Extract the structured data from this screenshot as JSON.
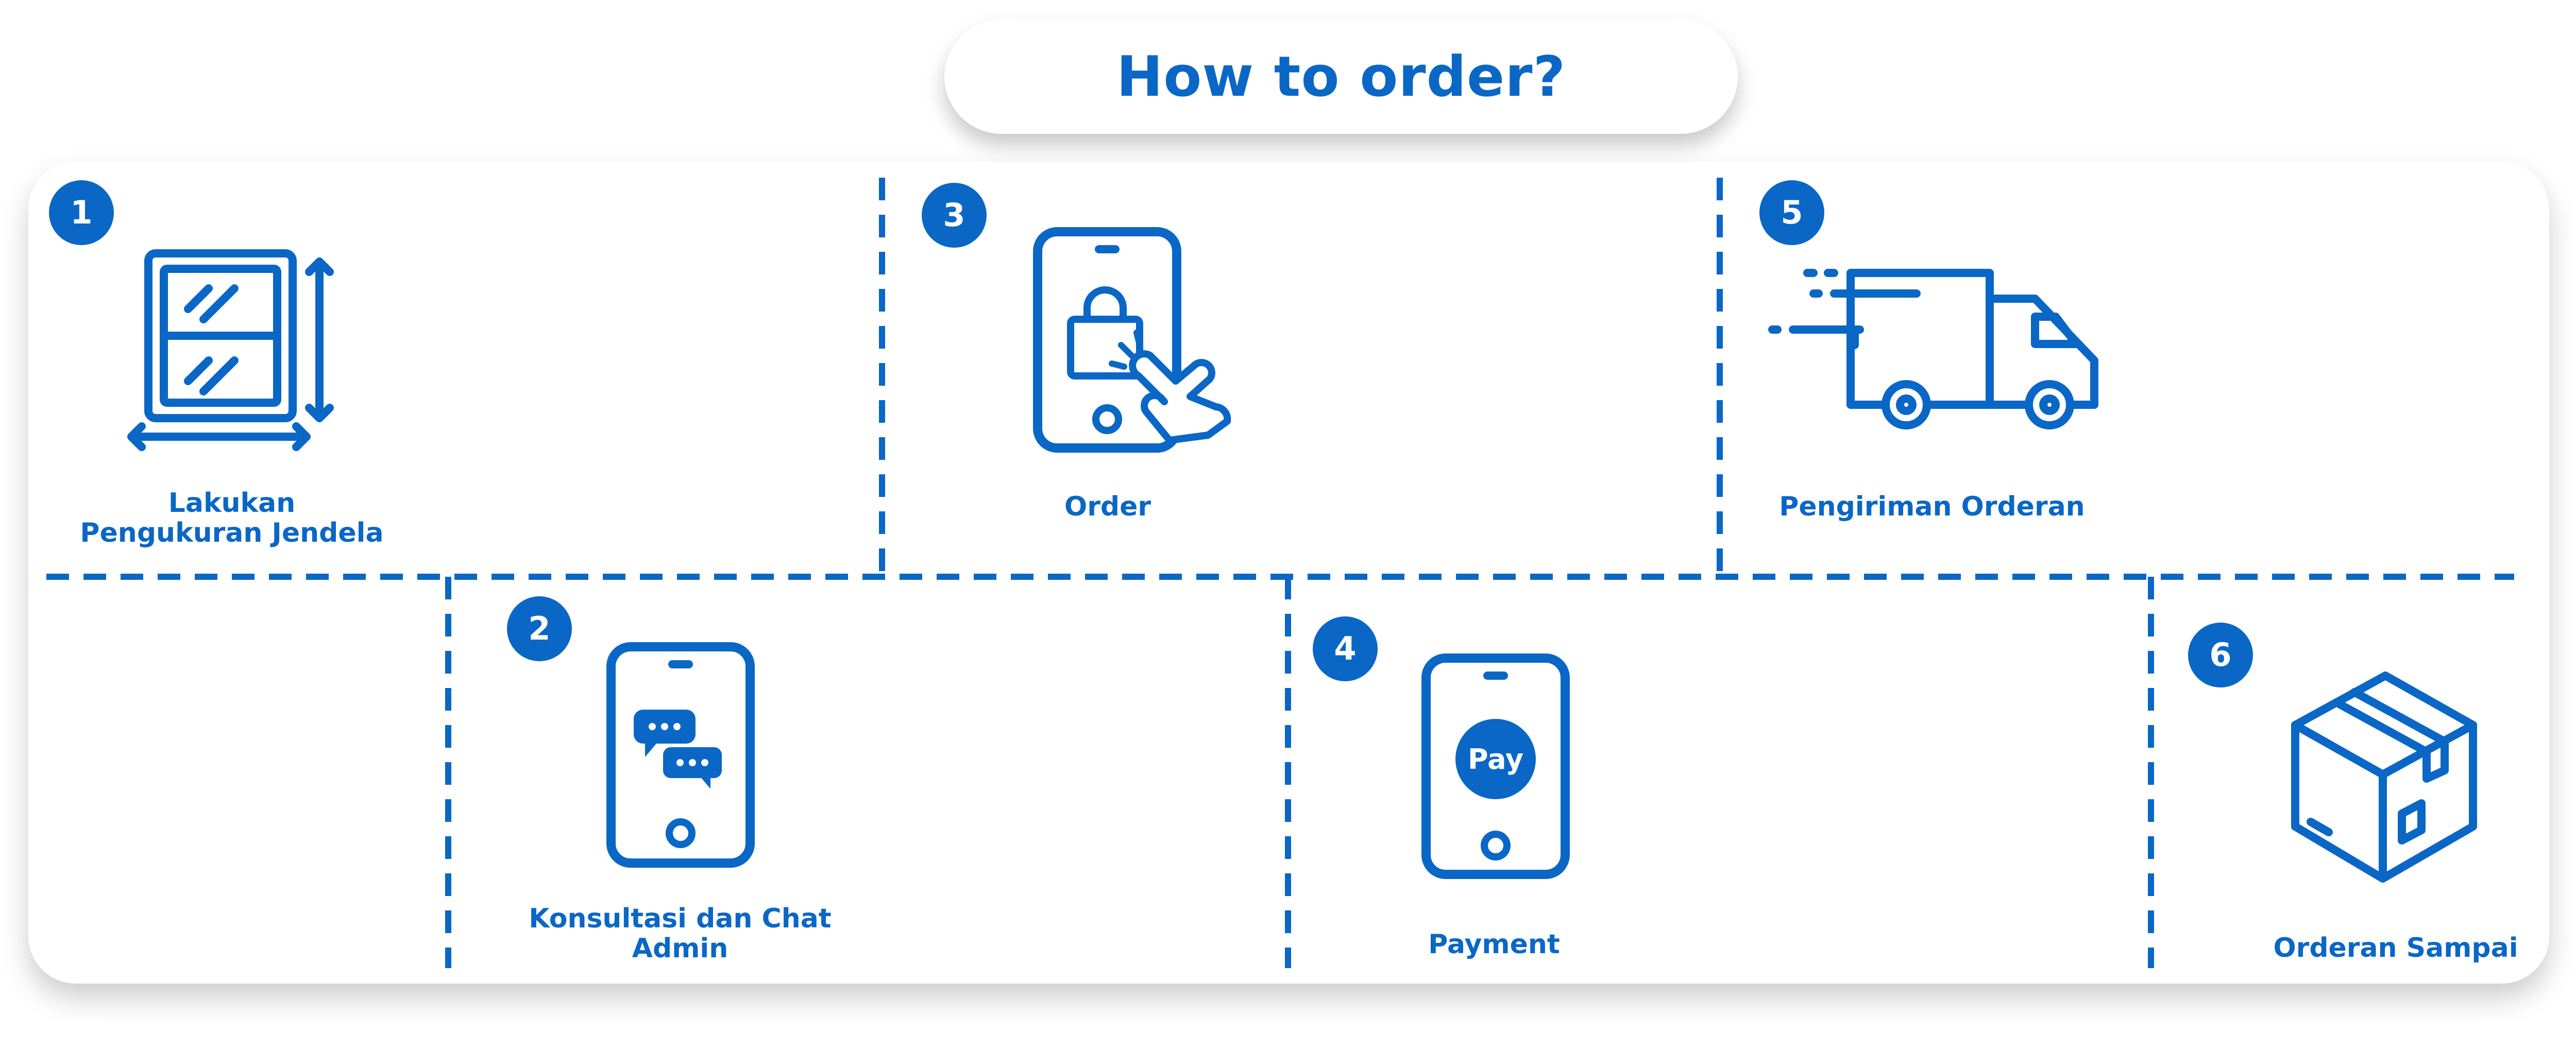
{
  "title": "How to order?",
  "accent_color": "#0a67c6",
  "steps": [
    {
      "number": "1",
      "label": "Lakukan Pengukuran Jendela",
      "icon": "window-measure-icon"
    },
    {
      "number": "2",
      "label": "Konsultasi dan Chat Admin",
      "icon": "phone-chat-icon"
    },
    {
      "number": "3",
      "label": "Order",
      "icon": "phone-order-icon"
    },
    {
      "number": "4",
      "label": "Payment",
      "icon": "phone-pay-icon",
      "icon_text": "Pay"
    },
    {
      "number": "5",
      "label": "Pengiriman Orderan",
      "icon": "delivery-truck-icon"
    },
    {
      "number": "6",
      "label": "Orderan Sampai",
      "icon": "package-box-icon"
    }
  ]
}
